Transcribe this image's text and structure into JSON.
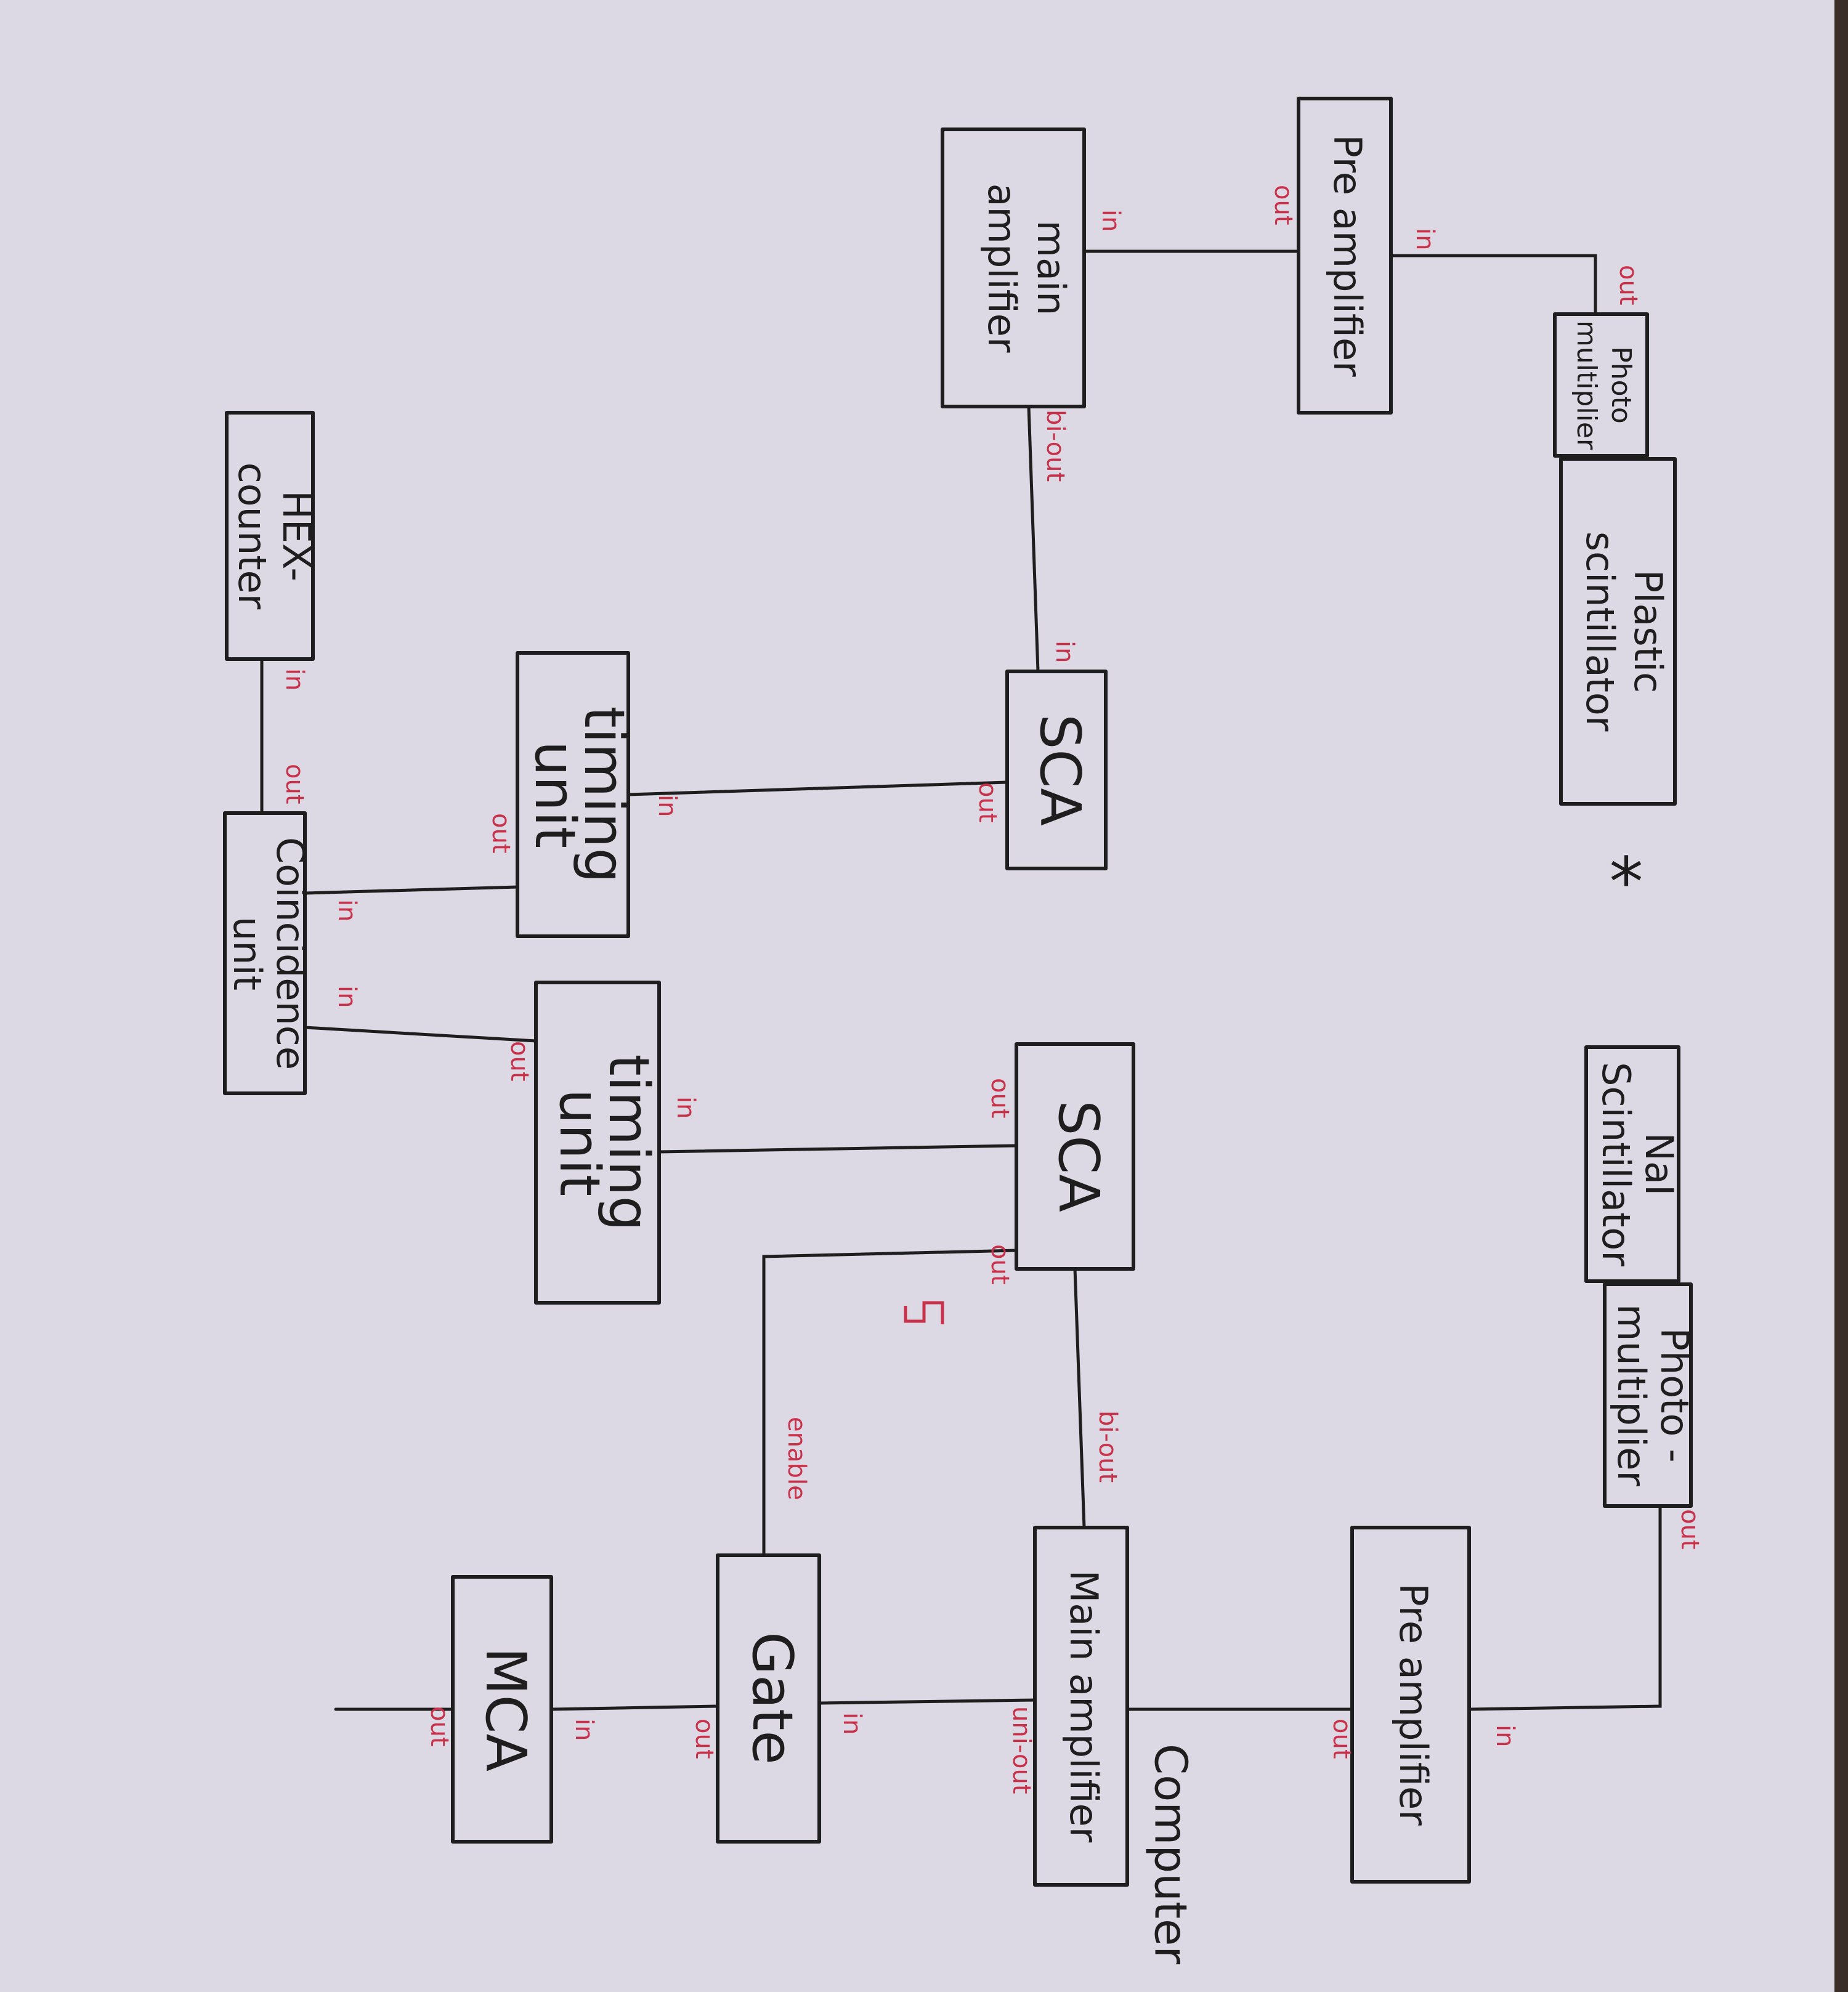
{
  "blocks": {
    "pre_amp_top": "Pre amplifier",
    "main_amp_top": [
      "main",
      "amplifier"
    ],
    "photomultiplier_top": [
      "Photo",
      "multiplier"
    ],
    "plastic_scintillator": [
      "Plastic",
      "scintillator"
    ],
    "hex_counter": [
      "HEX-",
      "counter"
    ],
    "sca_top": "SCA",
    "timing_unit_top": [
      "timing",
      "unit"
    ],
    "coincidence_unit": [
      "Coincidence",
      "unit"
    ],
    "timing_unit_bottom": [
      "timing",
      "unit"
    ],
    "sca_bottom": "SCA",
    "nai_scintillator": [
      "NaI",
      "Scintillator"
    ],
    "photomultiplier_bottom": [
      "Photo -",
      "multiplier"
    ],
    "pre_amp_bottom": "Pre amplifier",
    "main_amp_bottom": "Main amplifier",
    "gate": "Gate",
    "mca": "MCA",
    "computer": "Computer",
    "source_mark": "*"
  },
  "ports": {
    "in": "in",
    "out": "out",
    "bi_out": "bi-out",
    "uni_out": "uni-out",
    "enable": "enable"
  },
  "colors": {
    "paper": "#ddd9e4",
    "ink": "#1e1e1e",
    "port_ink": "#c7324a"
  }
}
